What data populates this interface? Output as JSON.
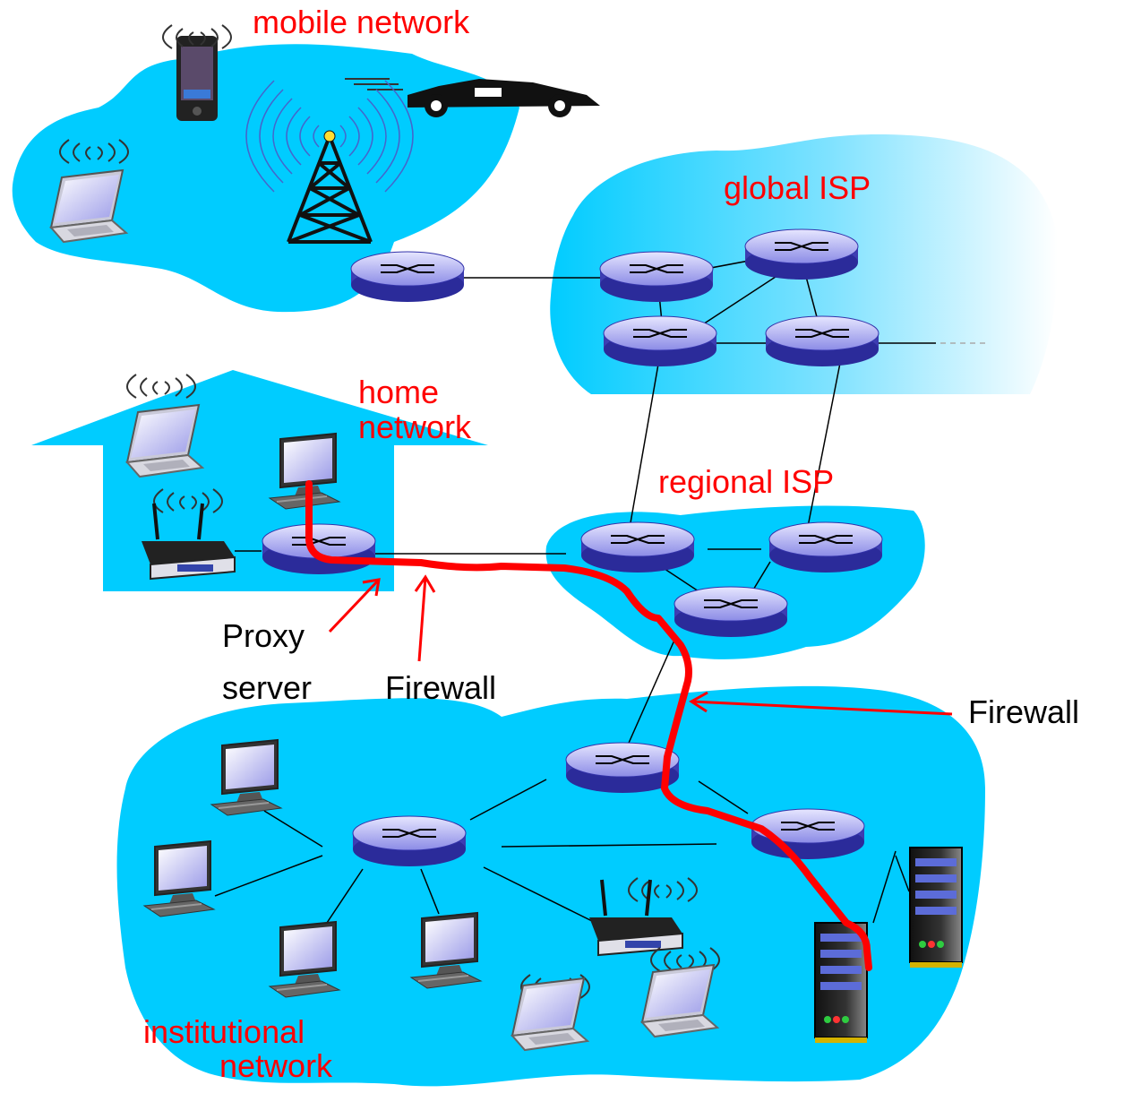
{
  "labels": {
    "mobile_network": "mobile network",
    "global_isp": "global ISP",
    "home_network_line1": "home",
    "home_network_line2": "network",
    "regional_isp": "regional ISP",
    "institutional_network_line1": "institutional",
    "institutional_network_line2": "network",
    "proxy_server_line1": "Proxy",
    "proxy_server_line2": "server",
    "firewall_home": "Firewall",
    "firewall_institution": "Firewall"
  },
  "colors": {
    "network_cloud": "#00ccff",
    "label_red": "#ff0000",
    "path_red": "#ff0000",
    "router_blue": "#6f6fd8",
    "link_black": "#000000"
  },
  "icons": [
    "router-icon",
    "laptop-icon",
    "desktop-icon",
    "server-icon",
    "wireless-router-icon",
    "cell-tower-icon",
    "smartphone-icon",
    "car-icon",
    "wireless-waves-icon"
  ]
}
